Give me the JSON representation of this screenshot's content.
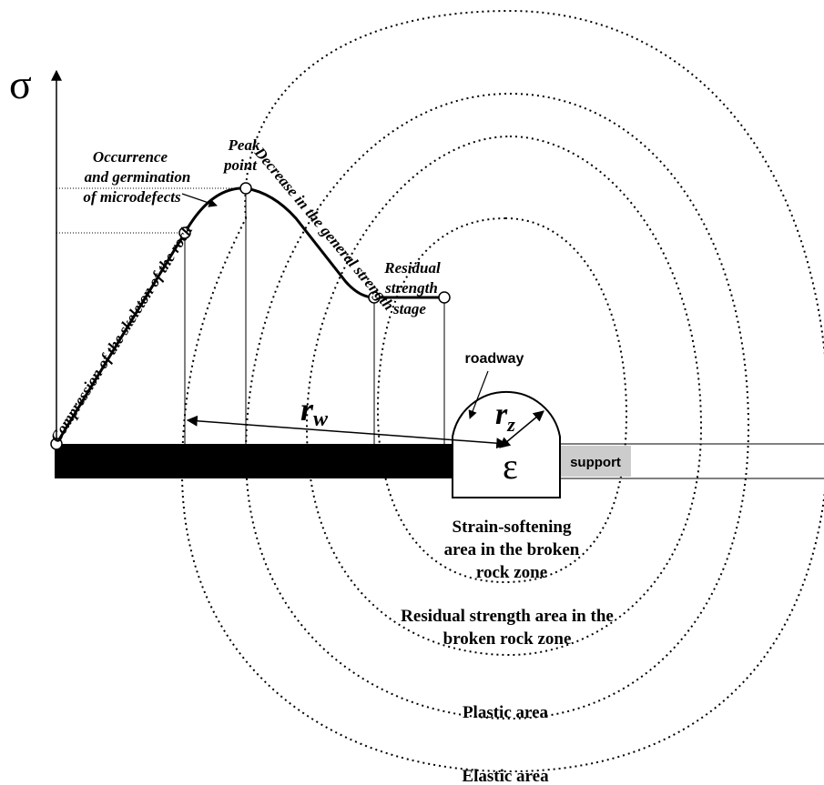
{
  "axes": {
    "y_symbol": "σ",
    "x_symbol": "ε"
  },
  "curve_labels": {
    "compression": "Compression of the skeleton of the rock",
    "microdefects_line1": "Occurrence",
    "microdefects_line2": "and germination",
    "microdefects_line3": "of microdefects",
    "peak_line1": "Peak",
    "peak_line2": "point",
    "decrease": "Decrease in the general strength",
    "residual_line1": "Residual",
    "residual_line2": "strength",
    "residual_line3": "stage"
  },
  "roadway": {
    "label": "roadway",
    "radius_outer_main": "r",
    "radius_outer_sub": "w",
    "radius_inner_main": "r",
    "radius_inner_sub": "z",
    "support_label": "support"
  },
  "zones": {
    "strain_softening_line1": "Strain-softening",
    "strain_softening_line2": "area in the broken",
    "strain_softening_line3": "rock zone",
    "residual_line1": "Residual strength area in the",
    "residual_line2": "broken rock zone",
    "plastic": "Plastic area",
    "elastic": "Elastic area"
  },
  "colors": {
    "ink": "#000000",
    "support_fill": "#cccccc",
    "background": "#ffffff"
  }
}
